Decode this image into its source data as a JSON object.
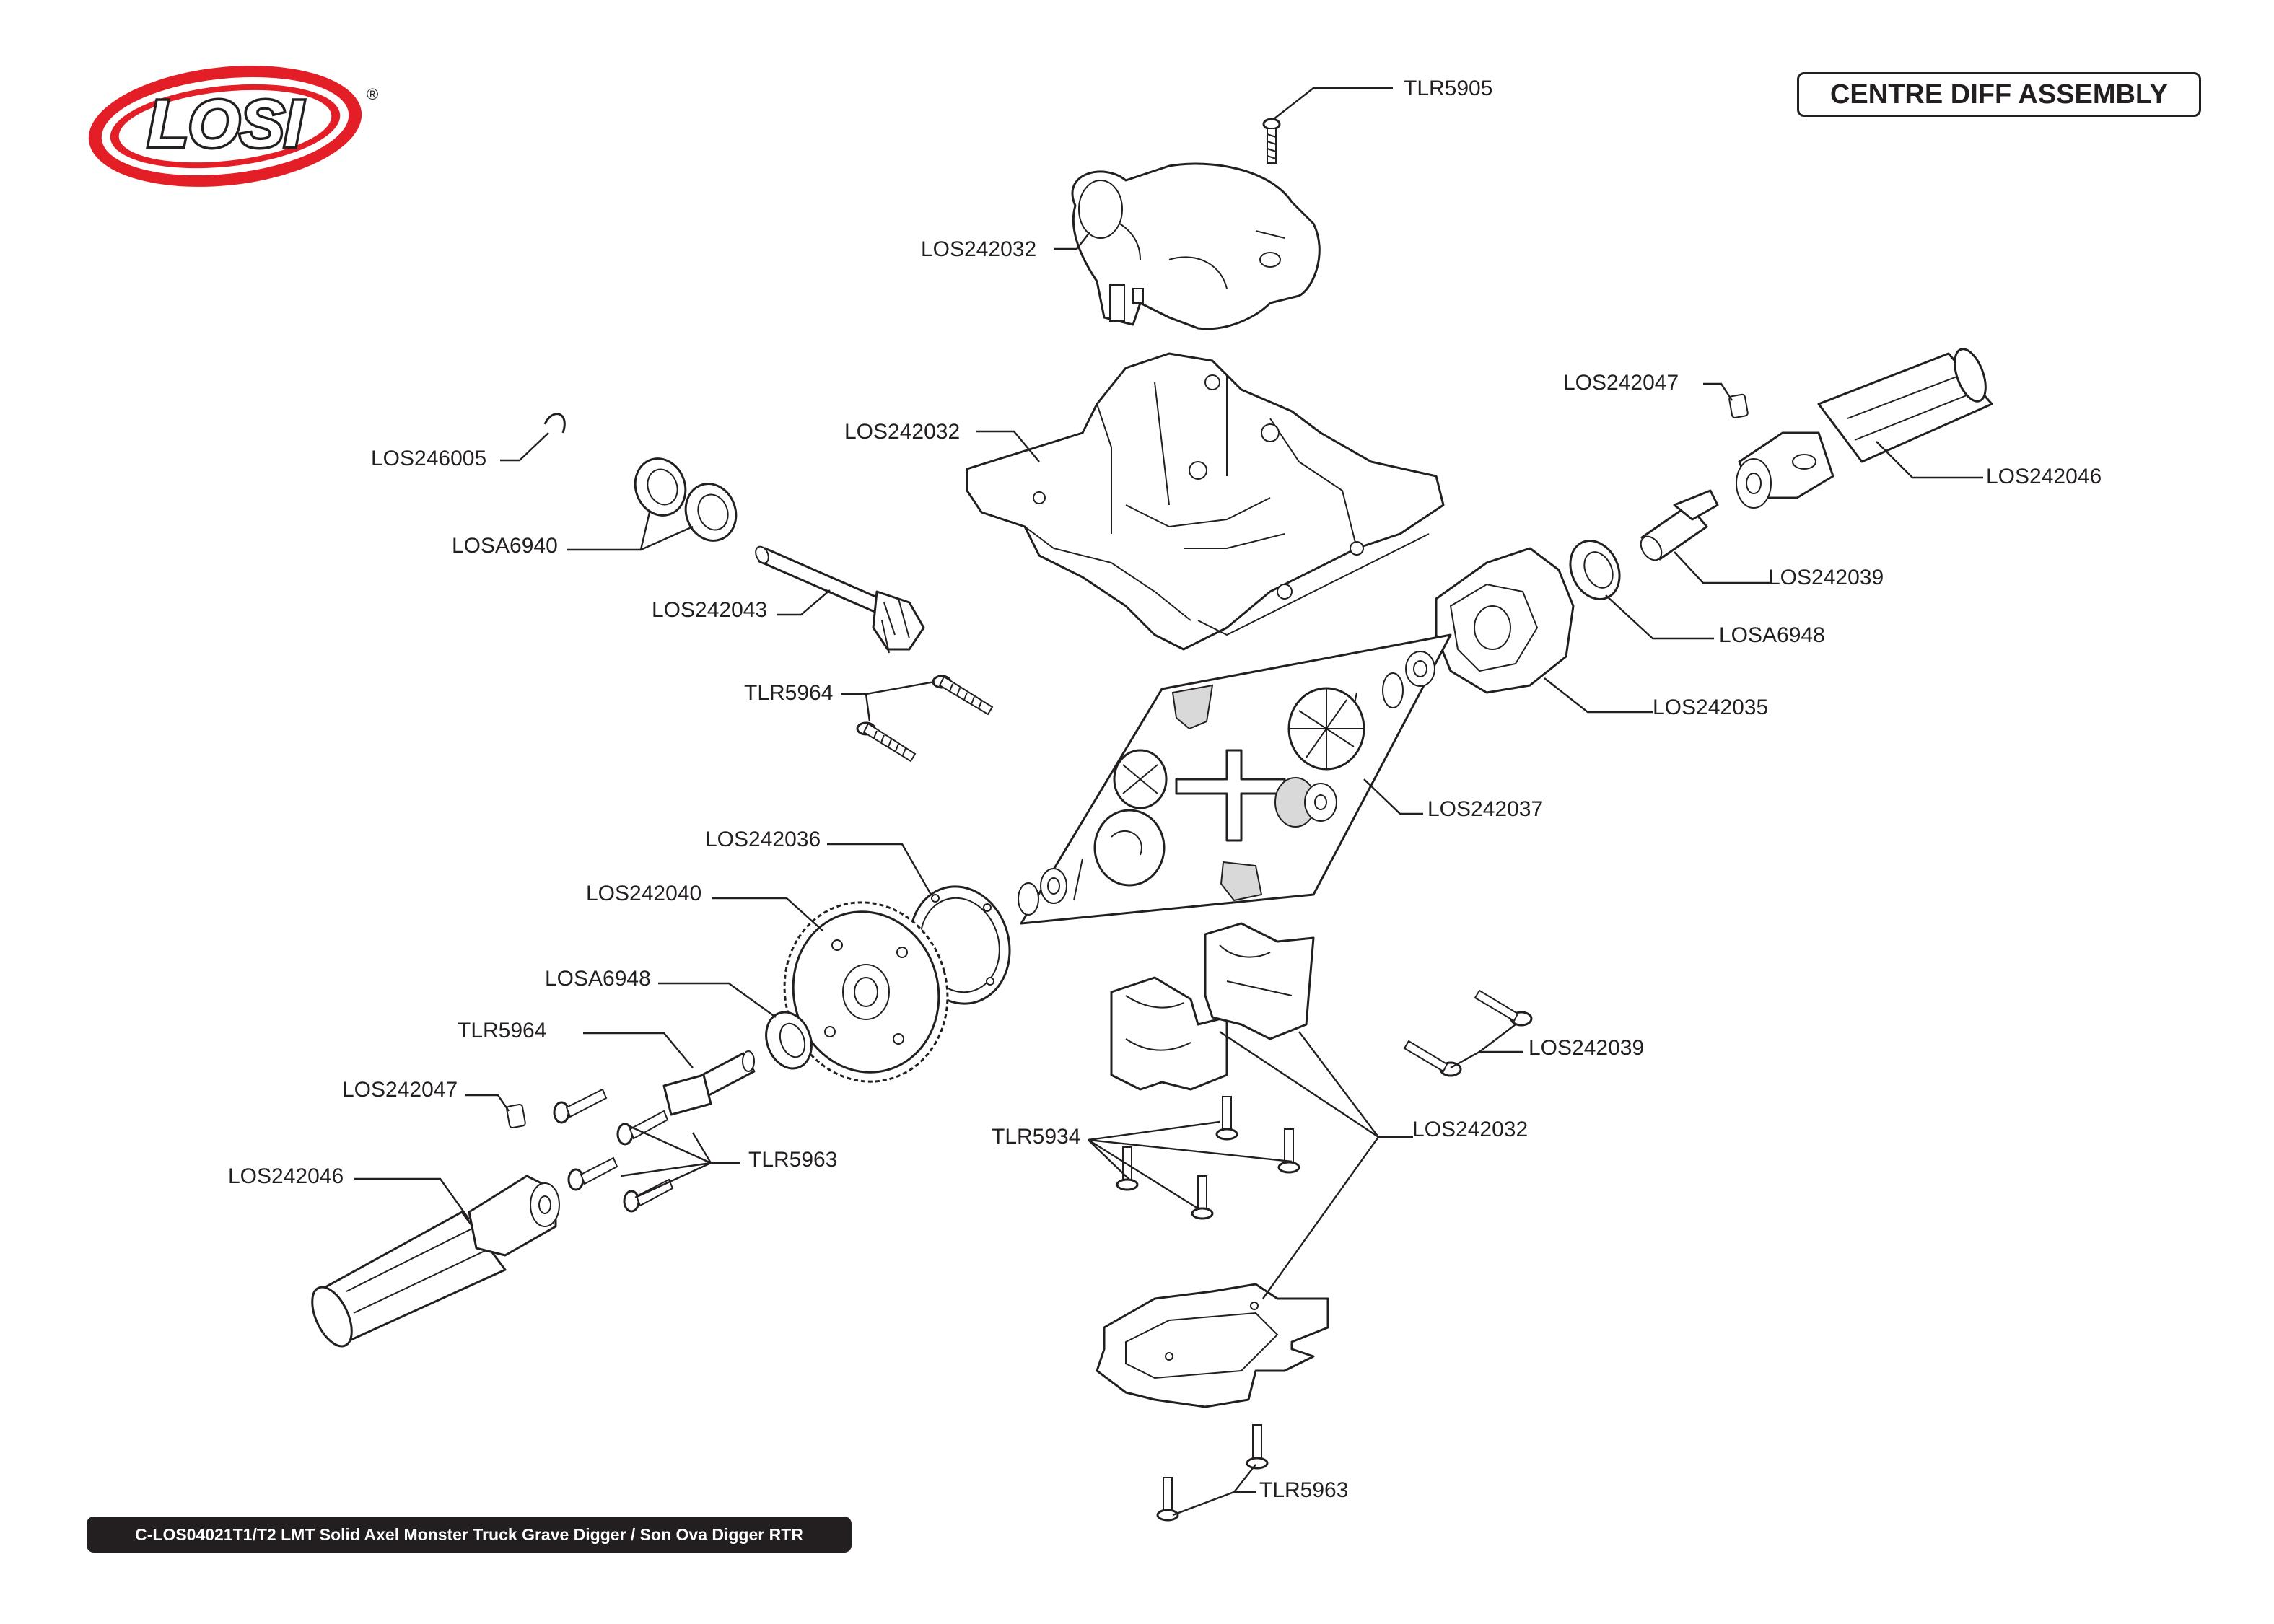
{
  "header": {
    "logo_text": "LOSI",
    "registered_mark": "®",
    "section_title": "CENTRE DIFF ASSEMBLY"
  },
  "footer": {
    "text": "C-LOS04021T1/T2 LMT Solid Axel Monster Truck Grave Digger / Son Ova Digger RTR"
  },
  "colors": {
    "logo_red": "#e41e26",
    "ink": "#231f20",
    "footer_bg": "#231f20",
    "footer_text": "#ffffff"
  },
  "callouts": [
    "TLR5905",
    "LOS242032",
    "LOS242032",
    "LOS242047",
    "LOS242046",
    "LOS246005",
    "LOSA6940",
    "LOS242039",
    "LOS242043",
    "LOSA6948",
    "LOS242035",
    "TLR5964",
    "LOS242037",
    "LOS242036",
    "LOS242040",
    "LOSA6948",
    "LOS242039",
    "TLR5964",
    "LOS242047",
    "TLR5934",
    "LOS242032",
    "TLR5963",
    "LOS242046",
    "TLR5963"
  ]
}
